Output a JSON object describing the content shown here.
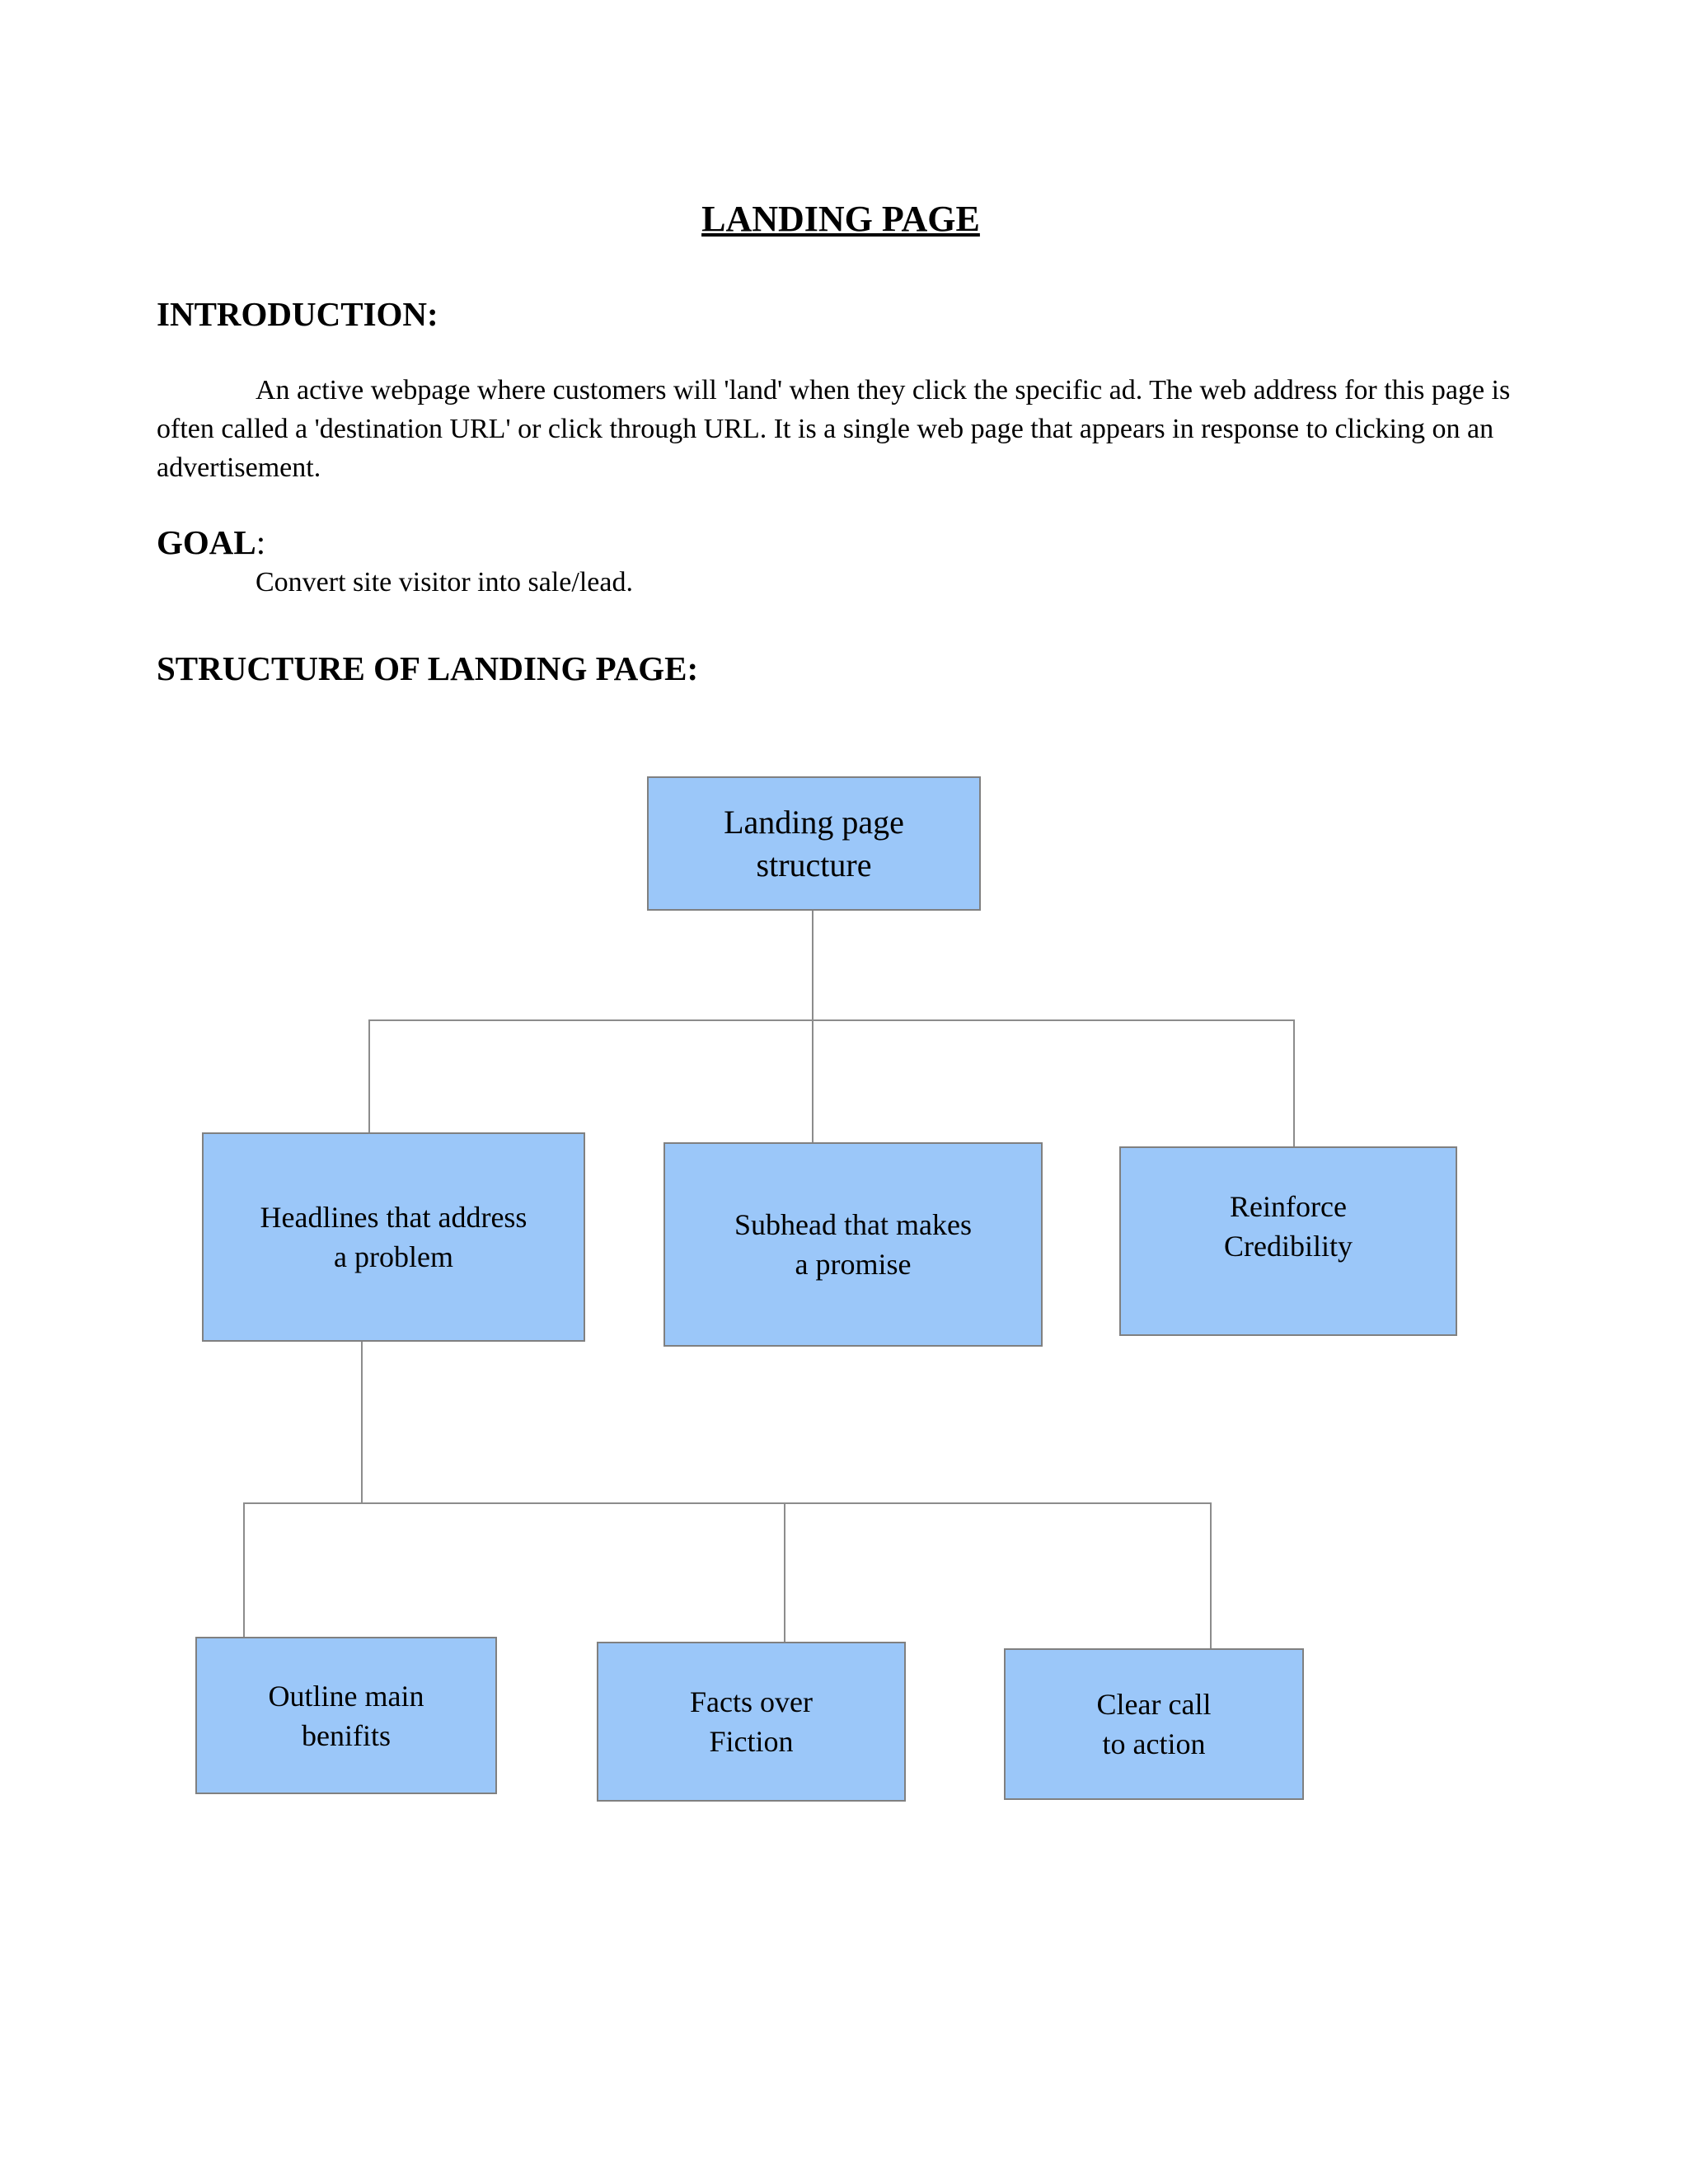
{
  "document": {
    "title": "LANDING PAGE",
    "intro_heading": "INTRODUCTION:",
    "intro_body": "An active webpage where customers will 'land' when they click the specific ad. The web address for this page is often called a 'destination URL' or click through URL. It is a single web page that appears in response to clicking on an advertisement.",
    "goal_heading": "GOAL",
    "goal_colon": ":",
    "goal_body": "Convert site visitor into sale/lead.",
    "structure_heading": "STRUCTURE OF LANDING PAGE:"
  },
  "diagram": {
    "root": {
      "lines": [
        "Landing page",
        "structure"
      ]
    },
    "level2": [
      {
        "lines": [
          "Headlines that address",
          "a problem"
        ]
      },
      {
        "lines": [
          "Subhead that makes",
          "a promise"
        ]
      },
      {
        "lines": [
          "Reinforce",
          "Credibility"
        ]
      }
    ],
    "level3": [
      {
        "lines": [
          "Outline main",
          "benifits"
        ]
      },
      {
        "lines": [
          "Facts over",
          "Fiction"
        ]
      },
      {
        "lines": [
          "Clear call",
          "to action"
        ]
      }
    ],
    "colors": {
      "node_fill": "#9BC7F9",
      "node_border": "#808080",
      "connector": "#8C8C8C"
    }
  }
}
